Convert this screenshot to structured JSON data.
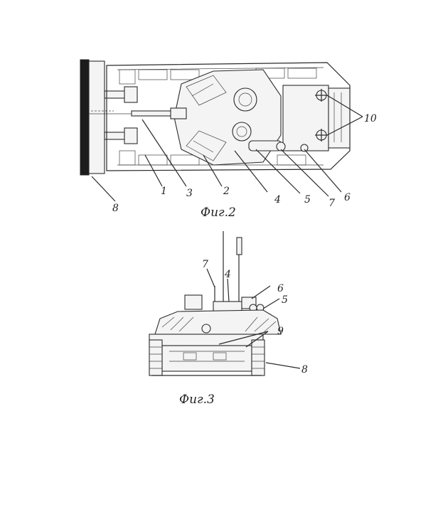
{
  "figures": [
    {
      "caption": "Фиг.2",
      "callouts": [
        "1",
        "2",
        "3",
        "4",
        "5",
        "6",
        "7",
        "8",
        "10"
      ]
    },
    {
      "caption": "Фиг.3",
      "callouts": [
        "7",
        "4",
        "6",
        "5",
        "9",
        "8"
      ]
    }
  ],
  "colors": {
    "ink": "#2a2a2a",
    "paper": "#ffffff"
  }
}
